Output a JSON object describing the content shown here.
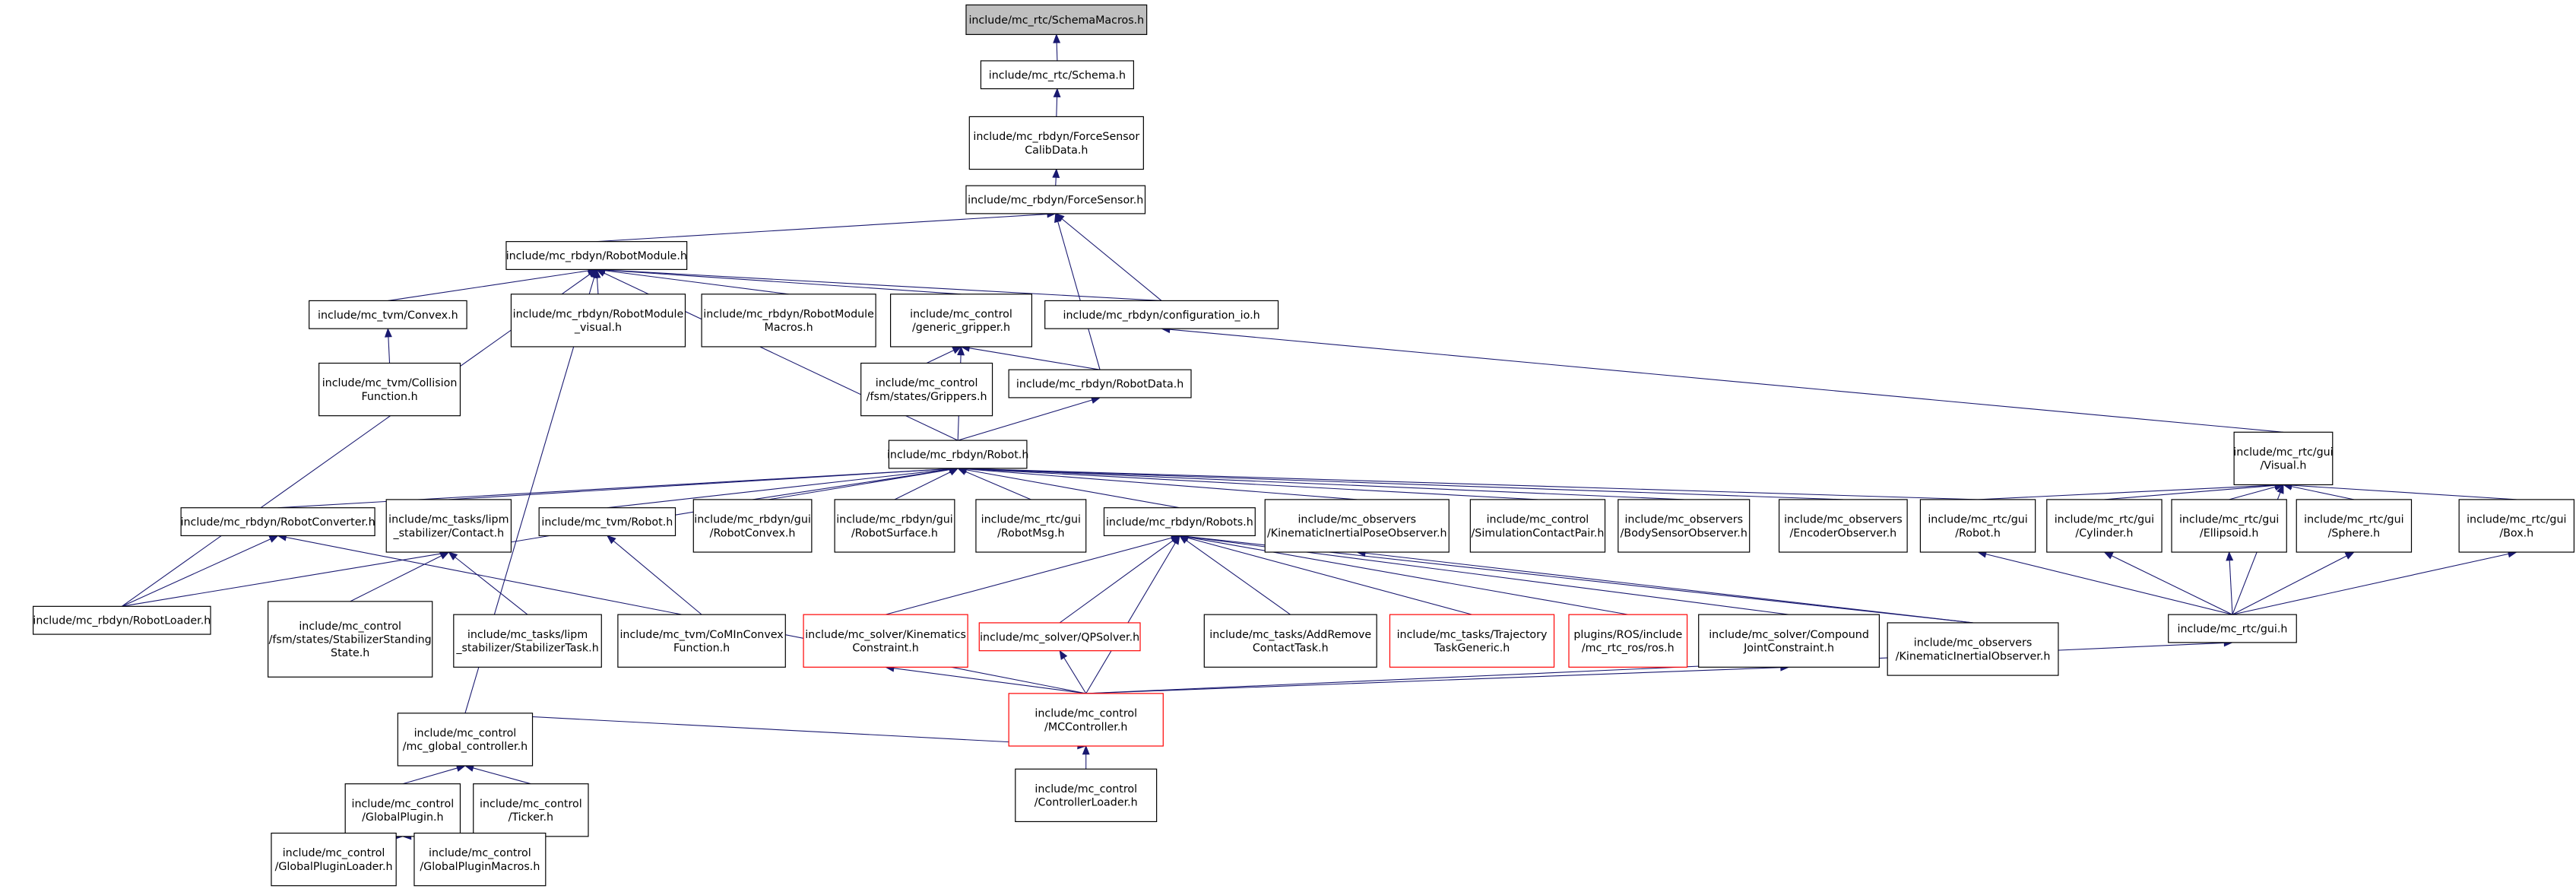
{
  "colors": {
    "edge": "#191970",
    "border": "#000000",
    "incomplete_border": "#ff0000",
    "root_fill": "#bfbfbf",
    "fill": "#ffffff"
  },
  "nodes": [
    {
      "id": "n0",
      "lines": [
        "include/mc_rtc/SchemaMacros.h"
      ],
      "root": true
    },
    {
      "id": "n1",
      "lines": [
        "include/mc_rtc/Schema.h"
      ]
    },
    {
      "id": "n2",
      "lines": [
        "include/mc_rbdyn/ForceSensor",
        "CalibData.h"
      ]
    },
    {
      "id": "n3",
      "lines": [
        "include/mc_rbdyn/ForceSensor.h"
      ]
    },
    {
      "id": "n4",
      "lines": [
        "include/mc_rbdyn/RobotModule.h"
      ]
    },
    {
      "id": "n5",
      "lines": [
        "include/mc_tvm/Convex.h"
      ]
    },
    {
      "id": "n6",
      "lines": [
        "include/mc_rbdyn/RobotModule",
        "_visual.h"
      ]
    },
    {
      "id": "n7",
      "lines": [
        "include/mc_rbdyn/RobotModule",
        "Macros.h"
      ]
    },
    {
      "id": "n8",
      "lines": [
        "include/mc_control",
        "/generic_gripper.h"
      ]
    },
    {
      "id": "n9",
      "lines": [
        "include/mc_rbdyn/configuration_io.h"
      ]
    },
    {
      "id": "n10",
      "lines": [
        "include/mc_tvm/Collision",
        "Function.h"
      ]
    },
    {
      "id": "n11",
      "lines": [
        "include/mc_control",
        "/fsm/states/Grippers.h"
      ]
    },
    {
      "id": "n12",
      "lines": [
        "include/mc_rbdyn/RobotData.h"
      ]
    },
    {
      "id": "n13",
      "lines": [
        "include/mc_rbdyn/Robot.h"
      ]
    },
    {
      "id": "n14",
      "lines": [
        "include/mc_rtc/gui",
        "/Visual.h"
      ]
    },
    {
      "id": "n15",
      "lines": [
        "include/mc_rbdyn/RobotConverter.h"
      ]
    },
    {
      "id": "n16",
      "lines": [
        "include/mc_tasks/lipm",
        "_stabilizer/Contact.h"
      ]
    },
    {
      "id": "n17",
      "lines": [
        "include/mc_tvm/Robot.h"
      ]
    },
    {
      "id": "n18",
      "lines": [
        "include/mc_rbdyn/gui",
        "/RobotConvex.h"
      ]
    },
    {
      "id": "n19",
      "lines": [
        "include/mc_rbdyn/gui",
        "/RobotSurface.h"
      ]
    },
    {
      "id": "n20",
      "lines": [
        "include/mc_rtc/gui",
        "/RobotMsg.h"
      ]
    },
    {
      "id": "n21",
      "lines": [
        "include/mc_rbdyn/Robots.h"
      ]
    },
    {
      "id": "n22",
      "lines": [
        "include/mc_observers",
        "/KinematicInertialPoseObserver.h"
      ]
    },
    {
      "id": "n23",
      "lines": [
        "include/mc_control",
        "/SimulationContactPair.h"
      ]
    },
    {
      "id": "n24",
      "lines": [
        "include/mc_observers",
        "/BodySensorObserver.h"
      ]
    },
    {
      "id": "n25",
      "lines": [
        "include/mc_observers",
        "/EncoderObserver.h"
      ]
    },
    {
      "id": "n26",
      "lines": [
        "include/mc_rtc/gui",
        "/Robot.h"
      ]
    },
    {
      "id": "n27",
      "lines": [
        "include/mc_rtc/gui",
        "/Cylinder.h"
      ]
    },
    {
      "id": "n28",
      "lines": [
        "include/mc_rtc/gui",
        "/Ellipsoid.h"
      ]
    },
    {
      "id": "n29",
      "lines": [
        "include/mc_rtc/gui",
        "/Sphere.h"
      ]
    },
    {
      "id": "n30",
      "lines": [
        "include/mc_rtc/gui",
        "/Box.h"
      ]
    },
    {
      "id": "n31",
      "lines": [
        "include/mc_rbdyn/RobotLoader.h"
      ]
    },
    {
      "id": "n32",
      "lines": [
        "include/mc_control",
        "/fsm/states/StabilizerStanding",
        "State.h"
      ]
    },
    {
      "id": "n33",
      "lines": [
        "include/mc_tasks/lipm",
        "_stabilizer/StabilizerTask.h"
      ]
    },
    {
      "id": "n34",
      "lines": [
        "include/mc_tvm/CoMInConvex",
        "Function.h"
      ]
    },
    {
      "id": "n35",
      "lines": [
        "include/mc_solver/Kinematics",
        "Constraint.h"
      ],
      "incomplete": true
    },
    {
      "id": "n36",
      "lines": [
        "include/mc_solver/QPSolver.h"
      ],
      "incomplete": true
    },
    {
      "id": "n37",
      "lines": [
        "include/mc_tasks/AddRemove",
        "ContactTask.h"
      ]
    },
    {
      "id": "n38",
      "lines": [
        "include/mc_tasks/Trajectory",
        "TaskGeneric.h"
      ],
      "incomplete": true
    },
    {
      "id": "n39",
      "lines": [
        "plugins/ROS/include",
        "/mc_rtc_ros/ros.h"
      ],
      "incomplete": true
    },
    {
      "id": "n40",
      "lines": [
        "include/mc_solver/Compound",
        "JointConstraint.h"
      ]
    },
    {
      "id": "n41",
      "lines": [
        "include/mc_observers",
        "/KinematicInertialObserver.h"
      ]
    },
    {
      "id": "n42",
      "lines": [
        "include/mc_rtc/gui.h"
      ]
    },
    {
      "id": "n43",
      "lines": [
        "include/mc_control",
        "/MCController.h"
      ],
      "incomplete": true
    },
    {
      "id": "n44",
      "lines": [
        "include/mc_control",
        "/mc_global_controller.h"
      ]
    },
    {
      "id": "n45",
      "lines": [
        "include/mc_control",
        "/ControllerLoader.h"
      ]
    },
    {
      "id": "n46",
      "lines": [
        "include/mc_control",
        "/GlobalPlugin.h"
      ]
    },
    {
      "id": "n47",
      "lines": [
        "include/mc_control",
        "/Ticker.h"
      ]
    },
    {
      "id": "n48",
      "lines": [
        "include/mc_control",
        "/GlobalPluginLoader.h"
      ]
    },
    {
      "id": "n49",
      "lines": [
        "include/mc_control",
        "/GlobalPluginMacros.h"
      ]
    }
  ],
  "edges": [
    [
      "n1",
      "n0"
    ],
    [
      "n2",
      "n1"
    ],
    [
      "n3",
      "n2"
    ],
    [
      "n4",
      "n3"
    ],
    [
      "n9",
      "n3"
    ],
    [
      "n12",
      "n3"
    ],
    [
      "n5",
      "n4"
    ],
    [
      "n6",
      "n4"
    ],
    [
      "n7",
      "n4"
    ],
    [
      "n8",
      "n4"
    ],
    [
      "n9",
      "n4"
    ],
    [
      "n13",
      "n4"
    ],
    [
      "n31",
      "n4"
    ],
    [
      "n44",
      "n4"
    ],
    [
      "n10",
      "n5"
    ],
    [
      "n11",
      "n8"
    ],
    [
      "n12",
      "n8"
    ],
    [
      "n13",
      "n8"
    ],
    [
      "n14",
      "n9"
    ],
    [
      "n13",
      "n12"
    ],
    [
      "n15",
      "n13"
    ],
    [
      "n16",
      "n13"
    ],
    [
      "n17",
      "n13"
    ],
    [
      "n18",
      "n13"
    ],
    [
      "n19",
      "n13"
    ],
    [
      "n20",
      "n13"
    ],
    [
      "n21",
      "n13"
    ],
    [
      "n22",
      "n13"
    ],
    [
      "n23",
      "n13"
    ],
    [
      "n24",
      "n13"
    ],
    [
      "n25",
      "n13"
    ],
    [
      "n26",
      "n13"
    ],
    [
      "n31",
      "n13"
    ],
    [
      "n31",
      "n15"
    ],
    [
      "n43",
      "n15"
    ],
    [
      "n32",
      "n16"
    ],
    [
      "n33",
      "n16"
    ],
    [
      "n34",
      "n17"
    ],
    [
      "n35",
      "n21"
    ],
    [
      "n36",
      "n21"
    ],
    [
      "n37",
      "n21"
    ],
    [
      "n38",
      "n21"
    ],
    [
      "n39",
      "n21"
    ],
    [
      "n40",
      "n21"
    ],
    [
      "n41",
      "n21"
    ],
    [
      "n43",
      "n21"
    ],
    [
      "n41",
      "n22"
    ],
    [
      "n43",
      "n35"
    ],
    [
      "n43",
      "n36"
    ],
    [
      "n43",
      "n40"
    ],
    [
      "n43",
      "n42"
    ],
    [
      "n26",
      "n14"
    ],
    [
      "n27",
      "n14"
    ],
    [
      "n28",
      "n14"
    ],
    [
      "n29",
      "n14"
    ],
    [
      "n30",
      "n14"
    ],
    [
      "n42",
      "n14"
    ],
    [
      "n42",
      "n26"
    ],
    [
      "n42",
      "n27"
    ],
    [
      "n42",
      "n28"
    ],
    [
      "n42",
      "n29"
    ],
    [
      "n42",
      "n30"
    ],
    [
      "n44",
      "n43"
    ],
    [
      "n45",
      "n43"
    ],
    [
      "n46",
      "n44"
    ],
    [
      "n47",
      "n44"
    ],
    [
      "n48",
      "n46"
    ],
    [
      "n49",
      "n46"
    ]
  ]
}
